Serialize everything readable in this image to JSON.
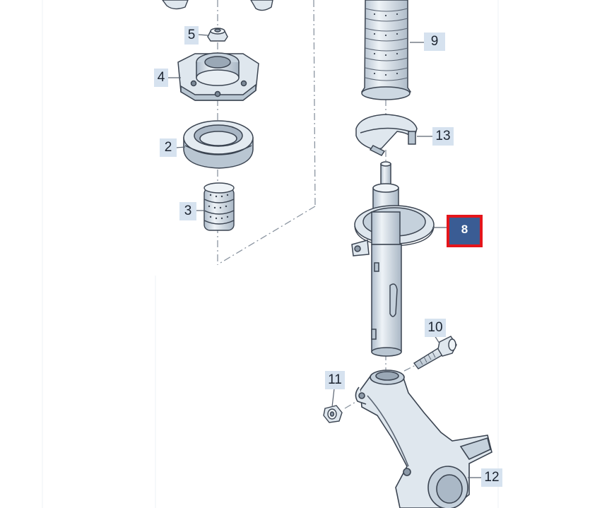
{
  "callouts": [
    {
      "id": "5",
      "text": "5"
    },
    {
      "id": "4",
      "text": "4"
    },
    {
      "id": "2",
      "text": "2"
    },
    {
      "id": "3",
      "text": "3"
    },
    {
      "id": "9",
      "text": "9"
    },
    {
      "id": "13",
      "text": "13"
    },
    {
      "id": "8",
      "text": "8",
      "highlighted": true
    },
    {
      "id": "10",
      "text": "10"
    },
    {
      "id": "11",
      "text": "11"
    },
    {
      "id": "12",
      "text": "12"
    }
  ],
  "colors": {
    "part_fill": "#dfe7ee",
    "part_shade": "#b9c6d2",
    "outline": "#3b4451",
    "leader": "#6b7480",
    "label_bg": "#d6e2ef",
    "highlight_fill": "#3a5c94",
    "highlight_border": "#e4151b"
  }
}
